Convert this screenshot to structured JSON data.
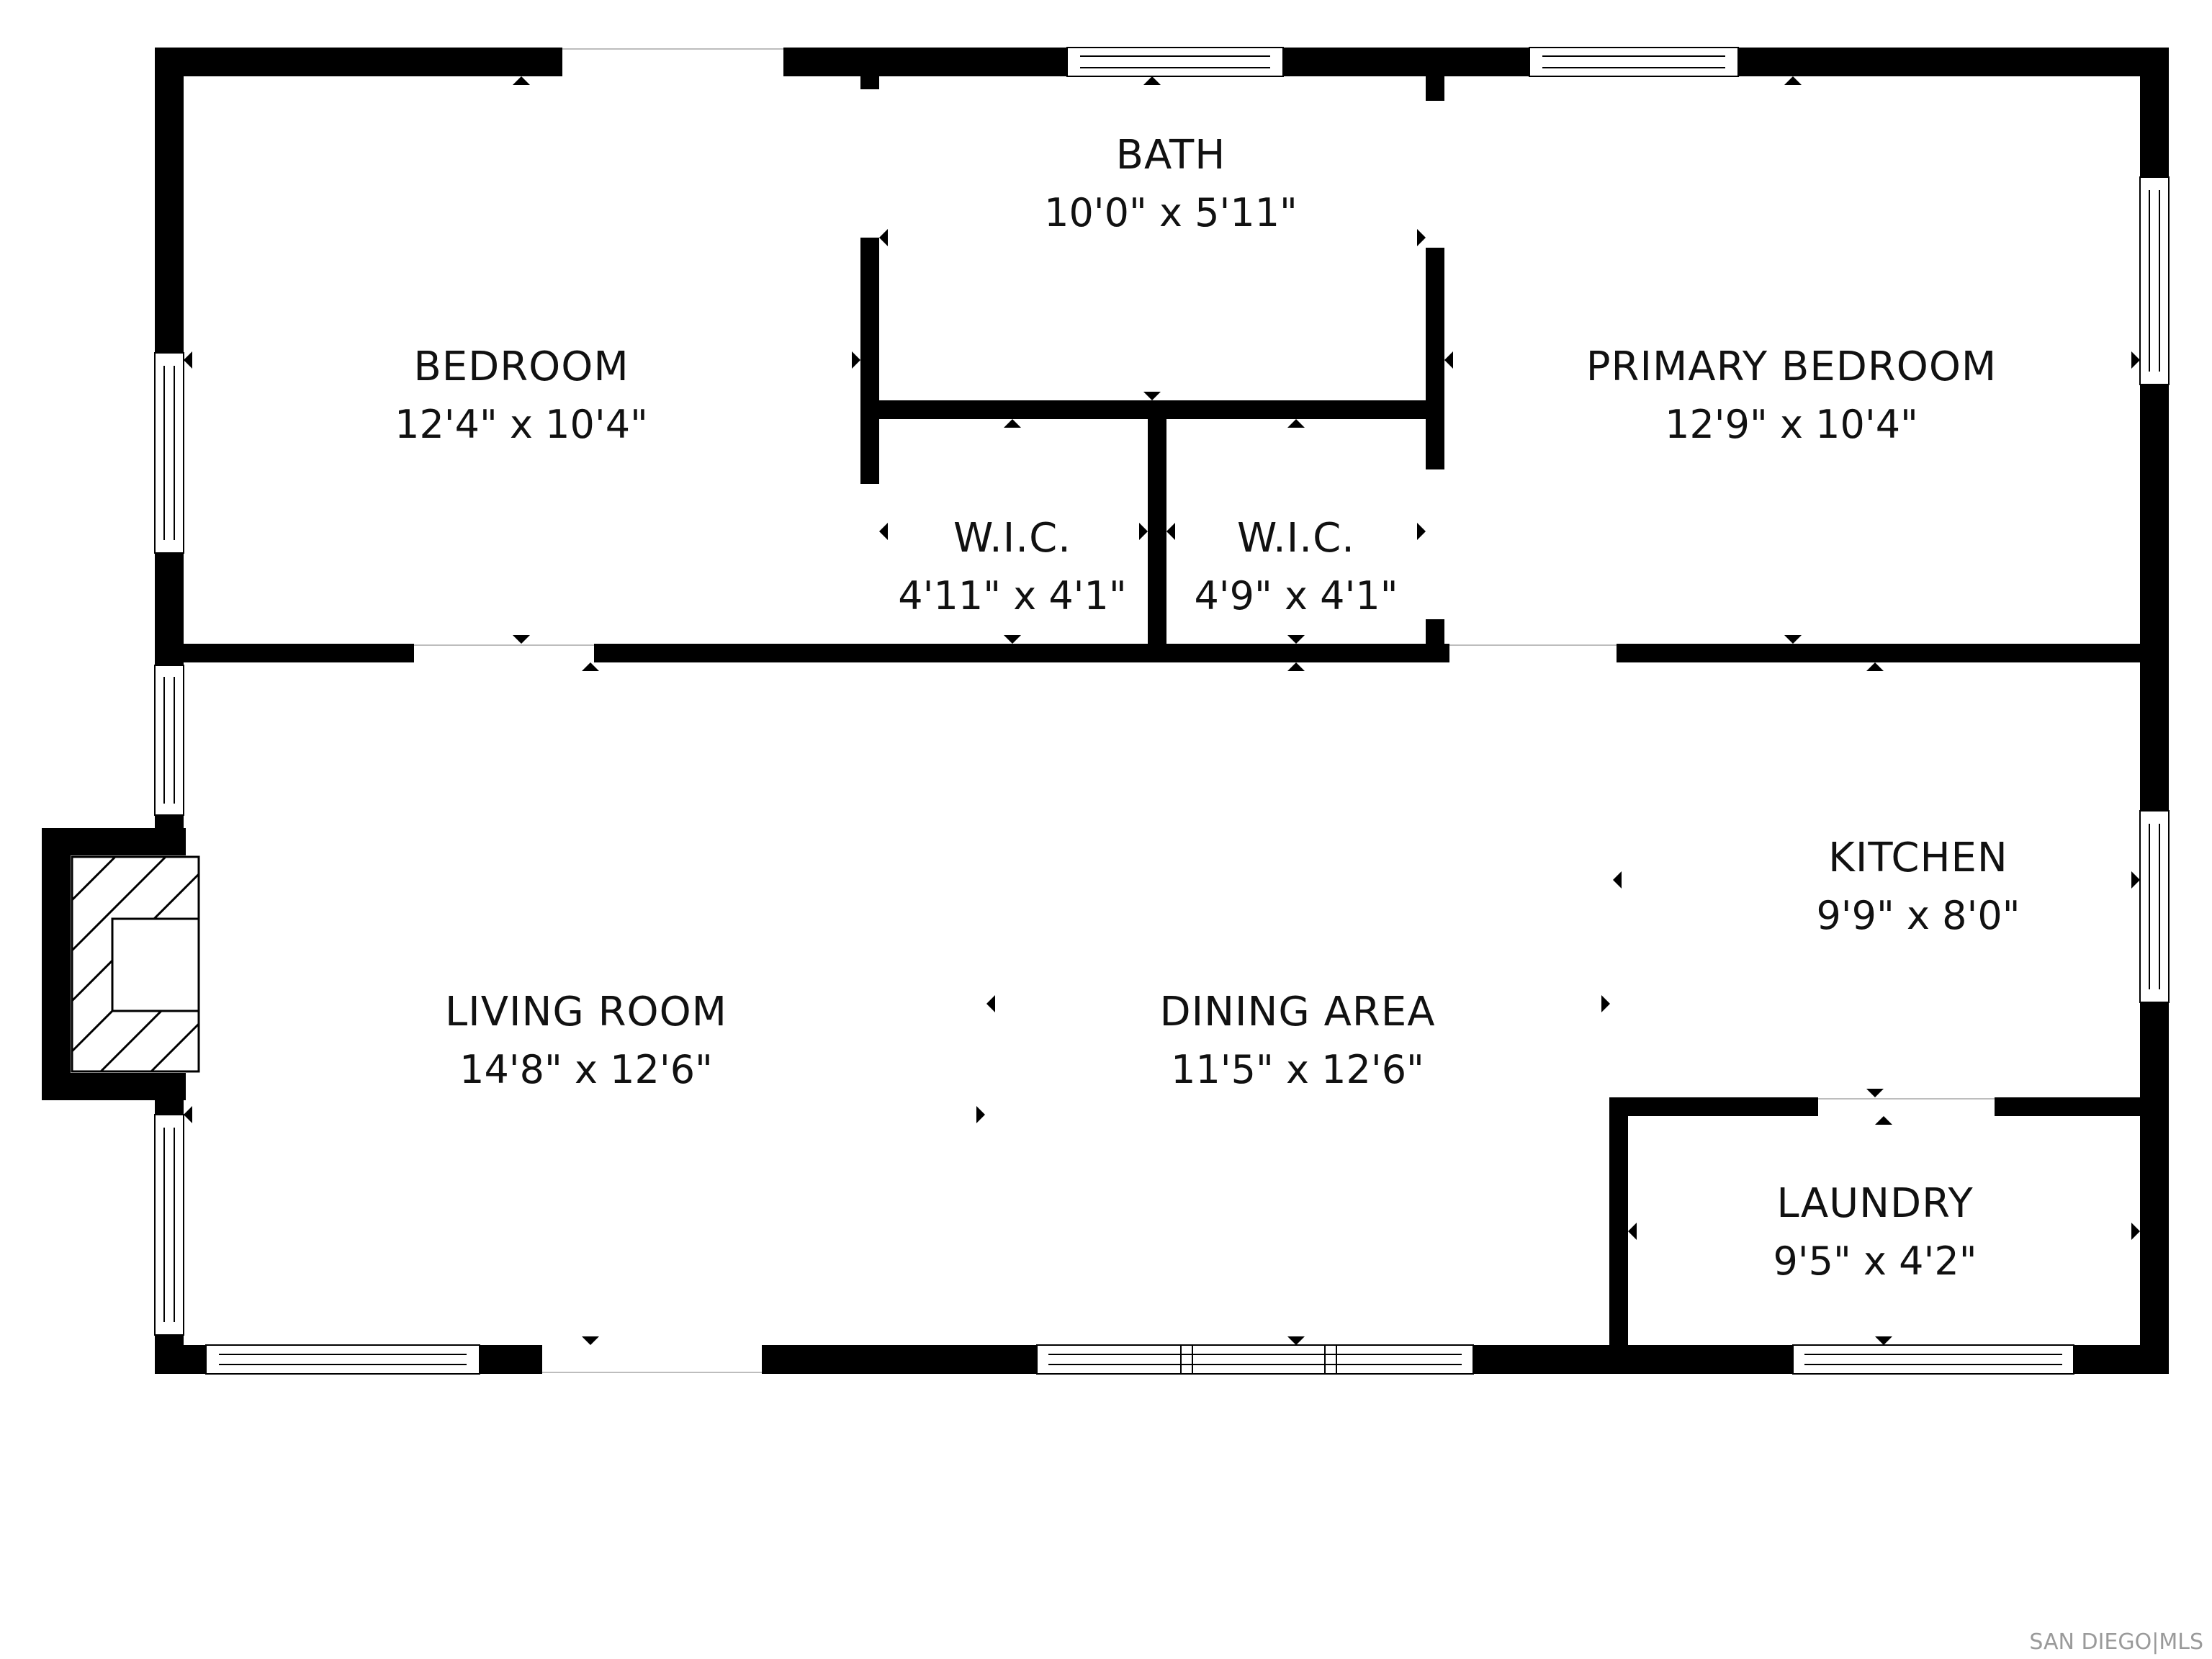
{
  "rooms": {
    "bedroom": {
      "name": "BEDROOM",
      "dims": "12'4\" x 10'4\""
    },
    "bath": {
      "name": "BATH",
      "dims": "10'0\" x 5'11\""
    },
    "primary_bedroom": {
      "name": "PRIMARY BEDROOM",
      "dims": "12'9\" x 10'4\""
    },
    "wic_left": {
      "name": "W.I.C.",
      "dims": "4'11\" x 4'1\""
    },
    "wic_right": {
      "name": "W.I.C.",
      "dims": "4'9\" x 4'1\""
    },
    "kitchen": {
      "name": "KITCHEN",
      "dims": "9'9\" x 8'0\""
    },
    "living_room": {
      "name": "LIVING ROOM",
      "dims": "14'8\" x 12'6\""
    },
    "dining_area": {
      "name": "DINING AREA",
      "dims": "11'5\" x 12'6\""
    },
    "laundry": {
      "name": "LAUNDRY",
      "dims": "9'5\" x 4'2\""
    }
  },
  "watermark": {
    "text": "SAN DIEGO|MLS"
  },
  "colors": {
    "wall": "#000000",
    "background": "#ffffff",
    "watermark": "#9a9a9a"
  }
}
